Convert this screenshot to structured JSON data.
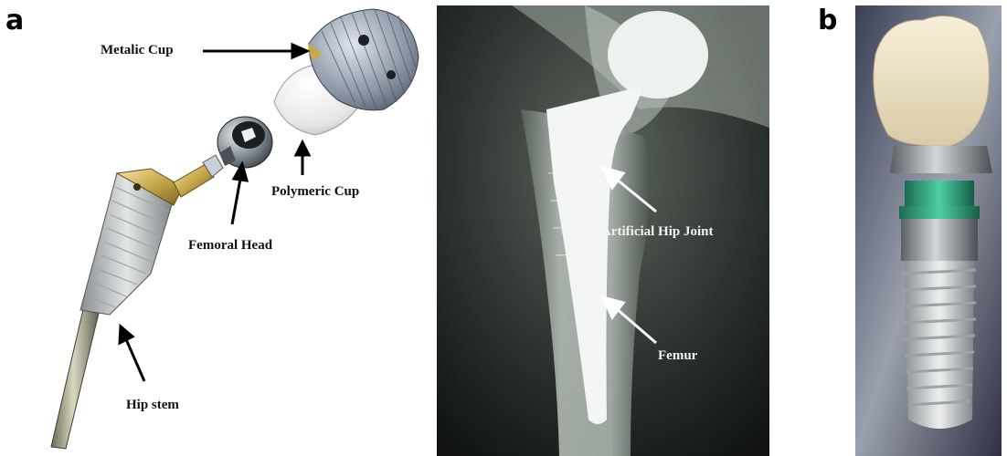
{
  "panel_a": {
    "letter": "a",
    "labels": {
      "metalic_cup": "Metalic Cup",
      "polymeric_cup": "Polymeric Cup",
      "femoral_head": "Femoral Head",
      "hip_stem": "Hip stem",
      "artificial_hip_joint": "Artificial Hip Joint",
      "femur": "Femur"
    }
  },
  "panel_b": {
    "letter": "b"
  },
  "colors": {
    "metal": "#a9b2bd",
    "polymer": "#f1f1f1",
    "gold": "#c7a84a",
    "xray_bg": "#1f2320",
    "implant_green": "#2f9f7a"
  }
}
